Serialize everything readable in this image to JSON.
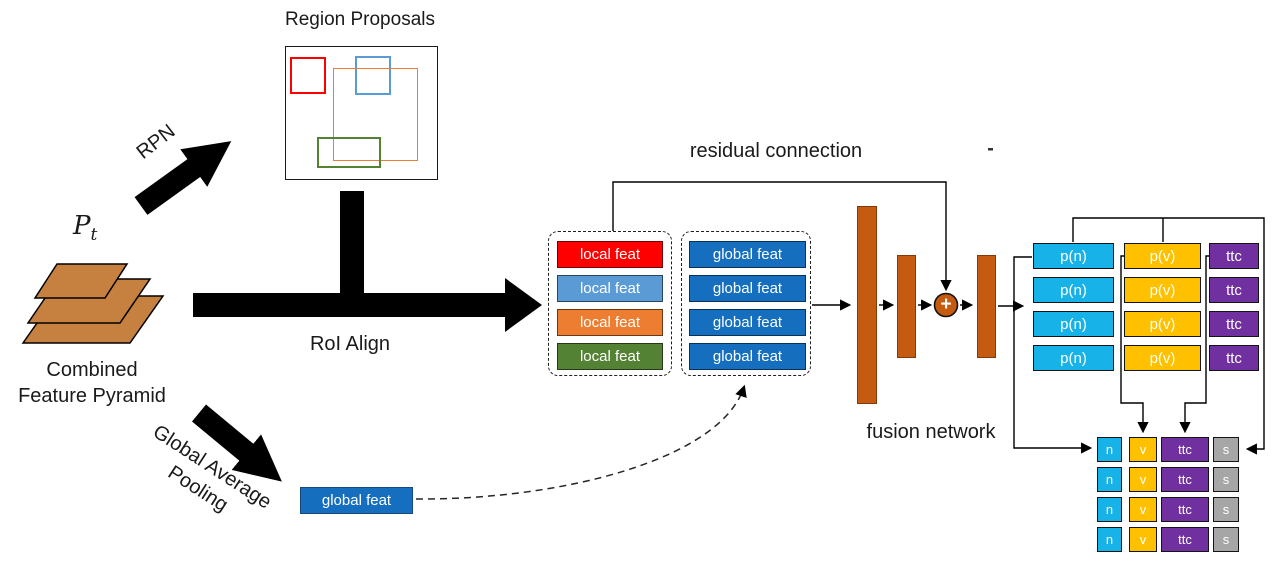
{
  "diagram": {
    "region_proposals_title": "Region Proposals",
    "rpn_label": "RPN",
    "pt_base": "P",
    "pt_sub": "t",
    "roi_align_label": "RoI Align",
    "combined_line1": "Combined",
    "combined_line2": "Feature Pyramid",
    "gap_line1": "Global Average",
    "gap_line2": "Pooling",
    "residual_label": "residual connection",
    "fusion_label": "fusion network",
    "plus_symbol": "+"
  },
  "features": {
    "local": [
      "local feat",
      "local feat",
      "local feat",
      "local feat"
    ],
    "global": [
      "global feat",
      "global feat",
      "global feat",
      "global feat"
    ],
    "gap_global": "global feat"
  },
  "predictions": {
    "pn": [
      "p(n)",
      "p(n)",
      "p(n)",
      "p(n)"
    ],
    "pv": [
      "p(v)",
      "p(v)",
      "p(v)",
      "p(v)"
    ],
    "ttc": [
      "ttc",
      "ttc",
      "ttc",
      "ttc"
    ]
  },
  "samples": {
    "n": [
      "n",
      "n",
      "n",
      "n"
    ],
    "v": [
      "v",
      "v",
      "v",
      "v"
    ],
    "ttc": [
      "ttc",
      "ttc",
      "ttc",
      "ttc"
    ],
    "s": [
      "s",
      "s",
      "s",
      "s"
    ]
  },
  "palette": {
    "local_red": "#FF0000",
    "local_blue": "#5B9BD5",
    "local_orange": "#ED7D31",
    "local_green": "#548235",
    "global_blue": "#156FBE",
    "bar_orange": "#C55A11",
    "cyan": "#17B3E8",
    "gold": "#FFC000",
    "purple": "#7030A0",
    "gray": "#A6A6A6",
    "pyramid_tan": "#C68140",
    "line_black": "#000000"
  }
}
